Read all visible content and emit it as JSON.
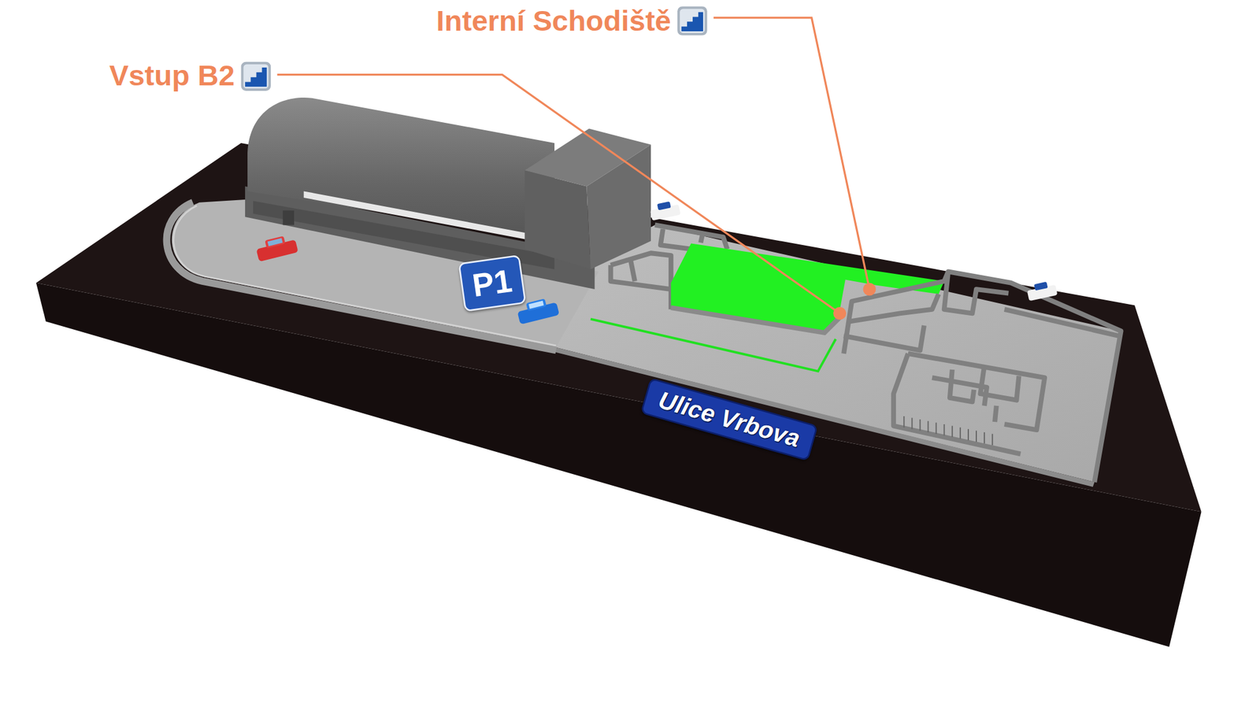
{
  "diagram": {
    "nodes": [
      {
        "text": [
          "P1"
        ]
      },
      {
        "text": [
          "Ulice Vrbova"
        ]
      }
    ],
    "labels": [
      "Interní Schodiště",
      "Vstup B2"
    ]
  }
}
